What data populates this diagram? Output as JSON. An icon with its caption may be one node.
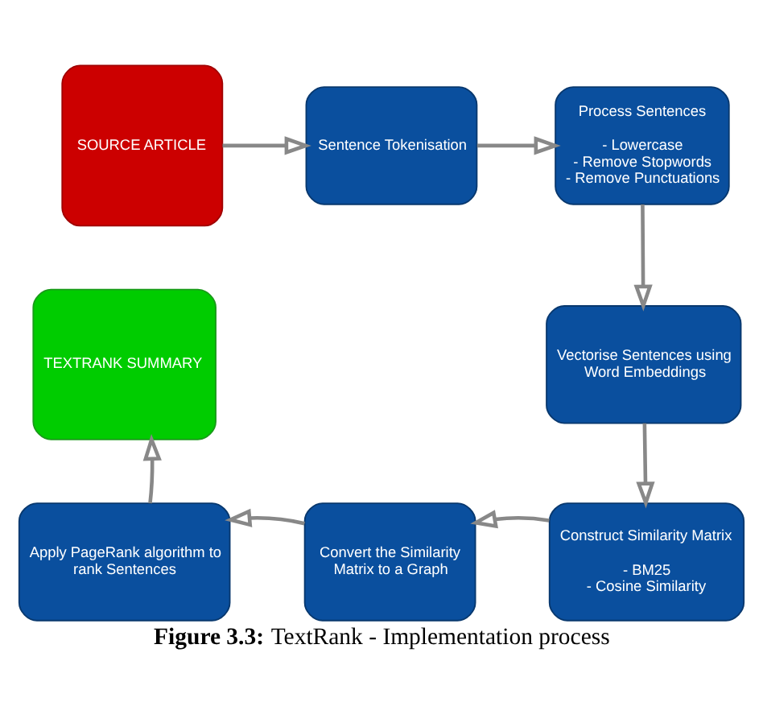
{
  "diagram": {
    "caption": "**Figure 3.3:** TextRank - Implementation process",
    "nodes": [
      {
        "text": [
          "SOURCE ARTICLE"
        ]
      },
      {
        "text": [
          "Sentence Tokenisation"
        ]
      },
      {
        "text": [
          "Process Sentences",
          "- Lowercase",
          "- Remove Stopwords",
          "- Remove Punctuations"
        ]
      },
      {
        "text": [
          "Vectorise Sentences using Word Embeddings"
        ]
      },
      {
        "text": [
          "Construct Similarity Matrix",
          "- BM25",
          "- Cosine Similarity"
        ]
      },
      {
        "text": [
          "Convert the Similarity Matrix to a Graph"
        ]
      },
      {
        "text": [
          "Apply PageRank algorithm to rank Sentences"
        ]
      },
      {
        "text": [
          "TEXTRANK SUMMARY"
        ]
      }
    ],
    "edges": [
      {
        "from": 0,
        "to": 1,
        "arrow": "to"
      },
      {
        "from": 1,
        "to": 2,
        "arrow": "to"
      },
      {
        "from": 2,
        "to": 3,
        "arrow": "to"
      },
      {
        "from": 3,
        "to": 4,
        "arrow": "to"
      },
      {
        "from": 4,
        "to": 5,
        "arrow": "to"
      },
      {
        "from": 5,
        "to": 6,
        "arrow": "to"
      },
      {
        "from": 6,
        "to": 7,
        "arrow": "to"
      }
    ]
  }
}
